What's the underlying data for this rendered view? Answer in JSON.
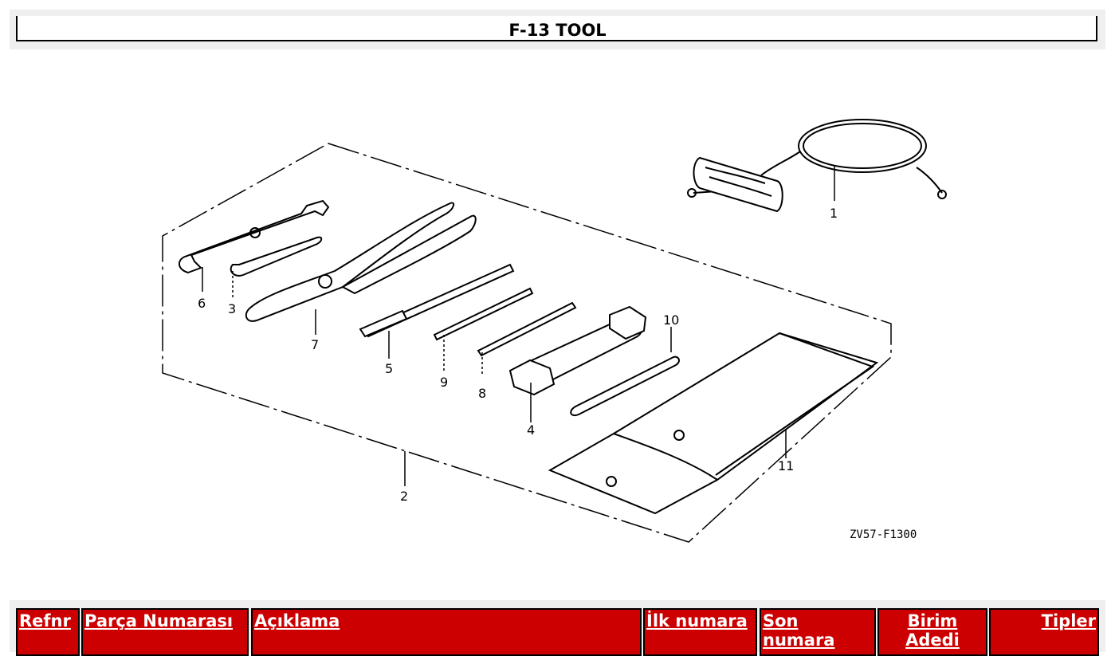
{
  "page": {
    "title": "F-13 TOOL"
  },
  "diagram": {
    "callouts": [
      "1",
      "2",
      "3",
      "4",
      "5",
      "6",
      "7",
      "8",
      "9",
      "10",
      "11"
    ],
    "code": "ZV57-F1300"
  },
  "table": {
    "headers": [
      "Refnr",
      "Parça Numarası",
      "Açıklama",
      "İlk numara",
      "Son numara",
      "Birim Adedi",
      "Tipler"
    ]
  },
  "colors": {
    "header_bg": "#cc0000",
    "header_text": "#ffffff",
    "frame_bg": "#efefef"
  }
}
